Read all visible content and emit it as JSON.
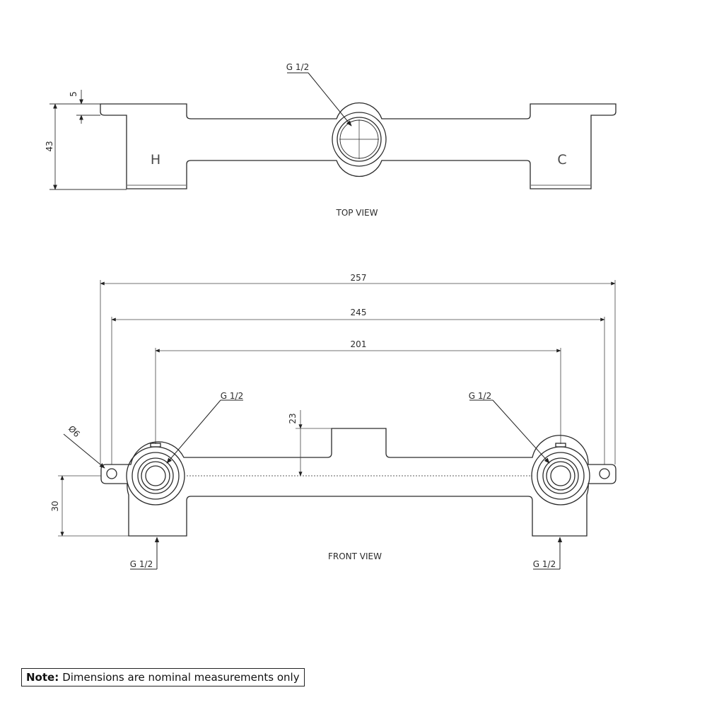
{
  "top_view": {
    "caption": "TOP VIEW",
    "hot_mark": "H",
    "cold_mark": "C",
    "thread_callout": "G 1/2",
    "dim_height": "43",
    "dim_flange": "5"
  },
  "front_view": {
    "caption": "FRONT VIEW",
    "dim_overall": "257",
    "dim_hole_centres": "245",
    "dim_outlet_centres": "201",
    "dim_inlet_rise": "23",
    "dim_base": "30",
    "dim_hole": "Ø6",
    "thread_left": "G 1/2",
    "thread_right": "G 1/2",
    "thread_bottom_left": "G 1/2",
    "thread_bottom_right": "G 1/2"
  },
  "note": {
    "label": "Note:",
    "text": "Dimensions are nominal measurements only"
  }
}
